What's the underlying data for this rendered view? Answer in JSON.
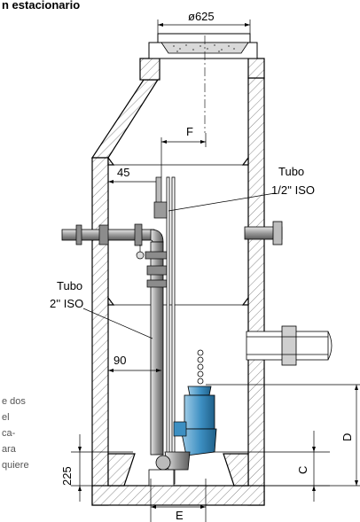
{
  "header": {
    "title_fragment": "n estacionario"
  },
  "labels": {
    "diameter": "ø625",
    "f": "F",
    "dim_45": "45",
    "tube_small_line1": "Tubo",
    "tube_small_line2": "1/2'' ISO",
    "tube_large_line1": "Tubo",
    "tube_large_line2": "2'' ISO",
    "dim_90": "90",
    "dim_225": "225",
    "c": "C",
    "d": "D",
    "e": "E"
  },
  "side_note": {
    "line1": "e dos",
    "line2": "el",
    "line3": "ca-",
    "line4": "ara",
    "line5": "quiere"
  }
}
